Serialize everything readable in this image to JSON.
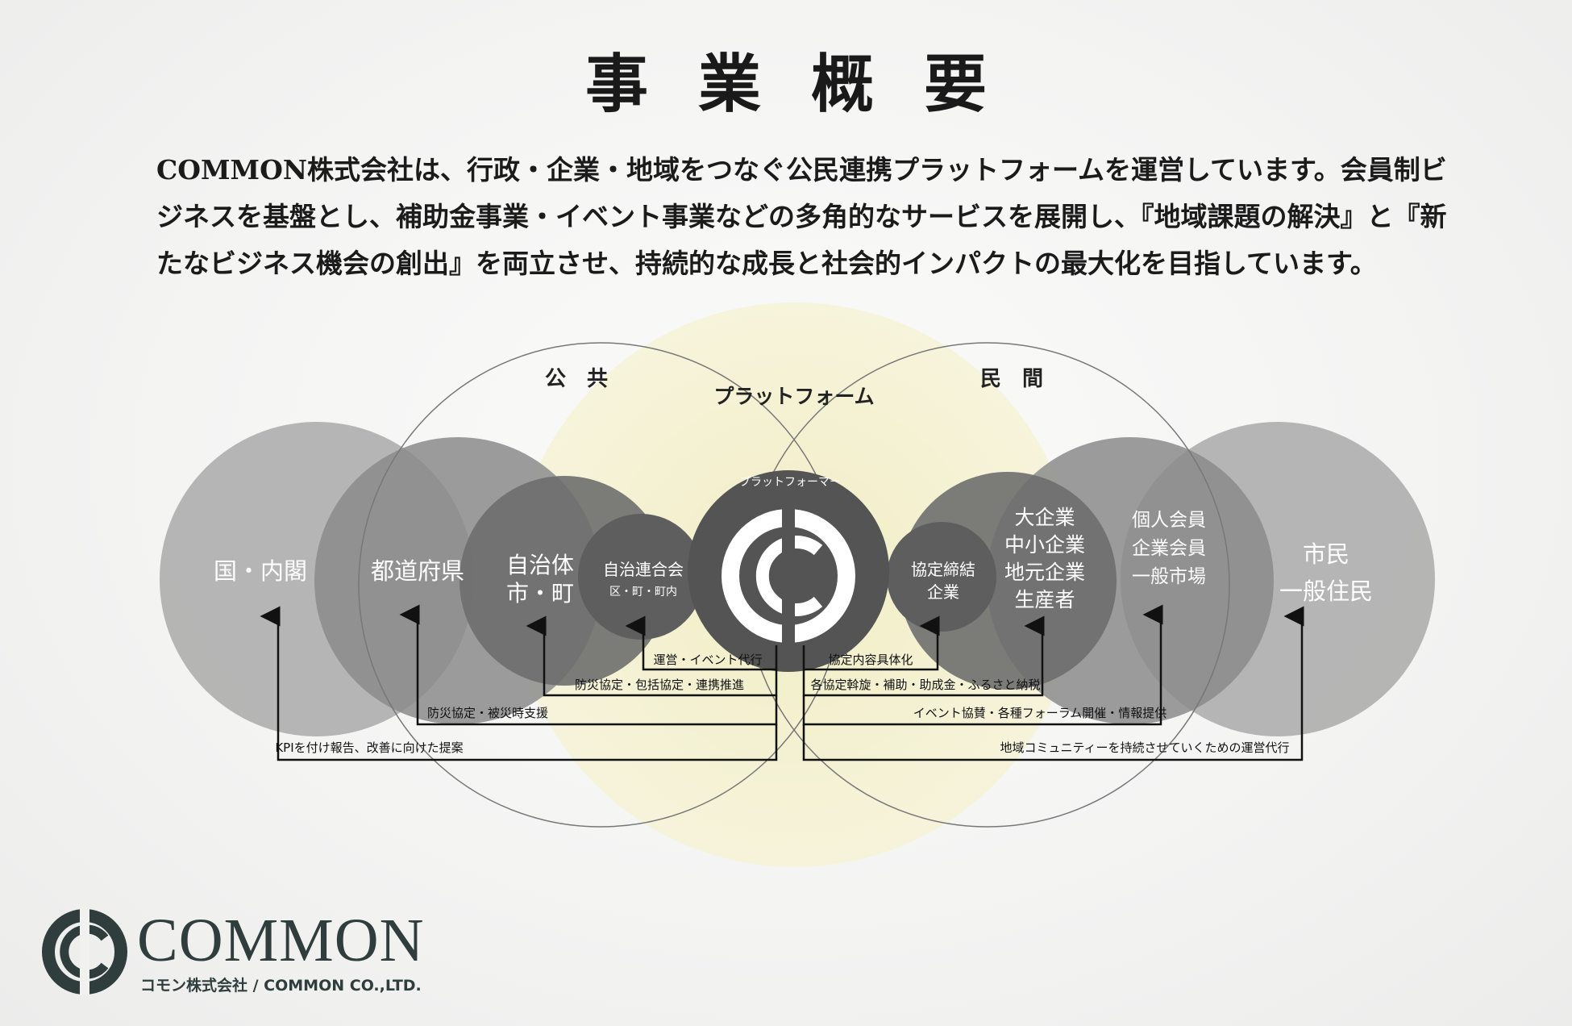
{
  "title": "事業概要",
  "intro": "COMMON株式会社は、行政・企業・地域をつなぐ公民連携プラットフォームを運営しています。会員制ビジネスを基盤とし、補助金事業・イベント事業などの多角的なサービスを展開し、『地域課題の解決』と『新たなビジネス機会の創出』を両立させ、持続的な成長と社会的インパクトの最大化を目指しています。",
  "diagram": {
    "headers": {
      "public": "公　共",
      "platform": "プラットフォーム",
      "private": "民　間"
    },
    "center_label": "プラットフォーマー",
    "nodes": {
      "country": "国・内閣",
      "prefecture": "都道府県",
      "municipality_l1": "自治体",
      "municipality_l2": "市・町",
      "association_l1": "自治連合会",
      "association_l2": "区・町・町内",
      "agreement_l1": "協定締結",
      "agreement_l2": "企業",
      "companies_l1": "大企業",
      "companies_l2": "中小企業",
      "companies_l3": "地元企業",
      "companies_l4": "生産者",
      "members_l1": "個人会員",
      "members_l2": "企業会員",
      "members_l3": "一般市場",
      "citizens_l1": "市民",
      "citizens_l2": "一般住民"
    },
    "flows_left": {
      "association": "運営・イベント代行",
      "municipality": "防災協定・包括協定・連携推進",
      "prefecture": "防災協定・被災時支援",
      "country": "KPIを付け報告、改善に向けた提案"
    },
    "flows_right": {
      "agreement": "協定内容具体化",
      "companies": "各協定斡旋・補助・助成金・ふるさと納税",
      "members": "イベント協賛・各種フォーラム開催・情報提供",
      "citizens": "地域コミュニティーを持続させていくための運営代行"
    },
    "colors": {
      "platform_glow": "#f4f1cf",
      "outer_circle": "#a9a9a9",
      "mid_circle": "#8b8b8b",
      "inner_circle": "#6e6e6e",
      "small_circle": "#5e5e5e",
      "center_circle": "#545454",
      "ring_outline": "#777777",
      "arrow": "#111111"
    }
  },
  "footer": {
    "logo_icon": "common-c-logo-icon",
    "brand": "COMMON",
    "company": "コモン株式会社 / COMMON CO.,LTD."
  }
}
